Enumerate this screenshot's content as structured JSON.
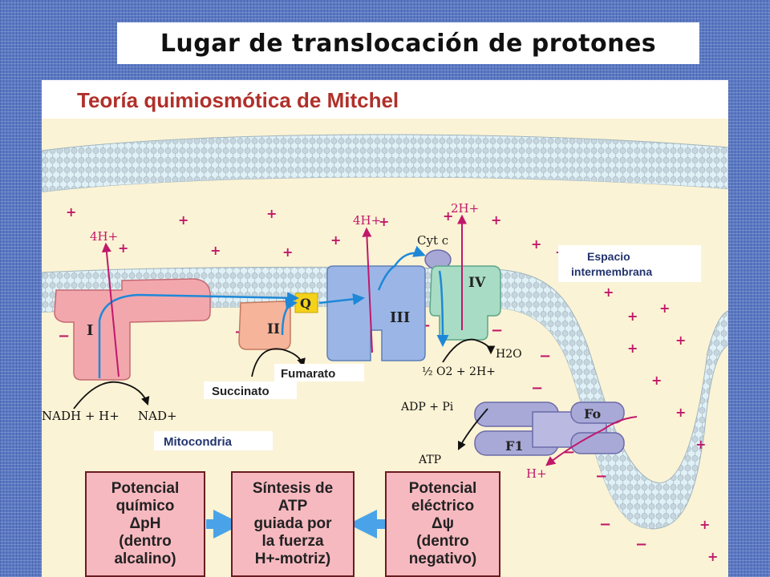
{
  "slide": {
    "title": "Lugar de translocación de protones"
  },
  "figure": {
    "heading": "Teoría quimiosmótica de Mitchel",
    "region_labels": {
      "intermembrane": [
        "Espacio",
        "intermembrana"
      ],
      "matrix": "Mitocondria"
    },
    "complexes": {
      "c1": "I",
      "c2": "II",
      "q": "Q",
      "c3": "III",
      "cyt_c": "Cyt c",
      "c4": "IV",
      "fo": "Fo",
      "f1": "F1"
    },
    "proton_labels": {
      "c1": "4H+",
      "c3": "4H+",
      "c4": "2H+",
      "atp_synthase": "H+"
    },
    "substrates": {
      "nadh": "NADH + H+",
      "nad": "NAD+",
      "succinato": "Succinato",
      "fumarato": "Fumarato",
      "oxygen": "½ O2 + 2H+",
      "water": "H2O",
      "adp": "ADP + Pi",
      "atp": "ATP"
    },
    "summary_boxes": [
      [
        "Potencial",
        "químico",
        "ΔpH",
        "(dentro",
        "alcalino)"
      ],
      [
        "Síntesis de",
        "ATP",
        "guiada por",
        "la fuerza",
        "H+-motriz)"
      ],
      [
        "Potencial",
        "eléctrico",
        "Δψ",
        "(dentro",
        "negativo)"
      ]
    ],
    "colors": {
      "complex_I": "#f2a7ad",
      "complex_II": "#f6b49a",
      "complex_III": "#9bb6e6",
      "complex_IV": "#a9dcc4",
      "atp_synthase": "#a9a9d8",
      "quinone": "#f4d21a",
      "membrane": "#dff0f6",
      "arrow_blue": "#1e88d8",
      "arrow_magenta": "#c0186a",
      "summary_box": "#f7b9c0"
    }
  }
}
